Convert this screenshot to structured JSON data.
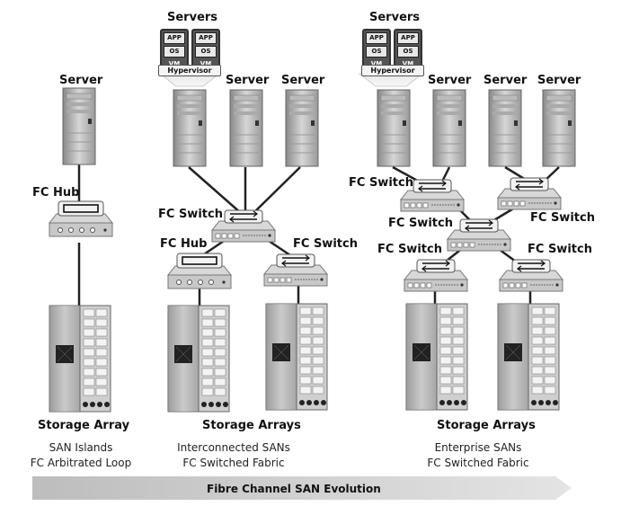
{
  "labels": {
    "server": "Server",
    "servers": "Servers",
    "fc_hub": "FC Hub",
    "fc_switch": "FC Switch",
    "storage_array": "Storage Array",
    "storage_arrays": "Storage Arrays",
    "app": "APP",
    "os": "OS",
    "vm": "VM",
    "hypervisor": "Hypervisor"
  },
  "captions": {
    "islands_line1": "SAN Islands",
    "islands_line2": "FC Arbitrated Loop",
    "interconnected_line1": "Interconnected SANs",
    "interconnected_line2": "FC Switched Fabric",
    "enterprise_line1": "Enterprise SANs",
    "enterprise_line2": "FC Switched Fabric"
  },
  "evolution_arrow": "Fibre Channel SAN Evolution"
}
